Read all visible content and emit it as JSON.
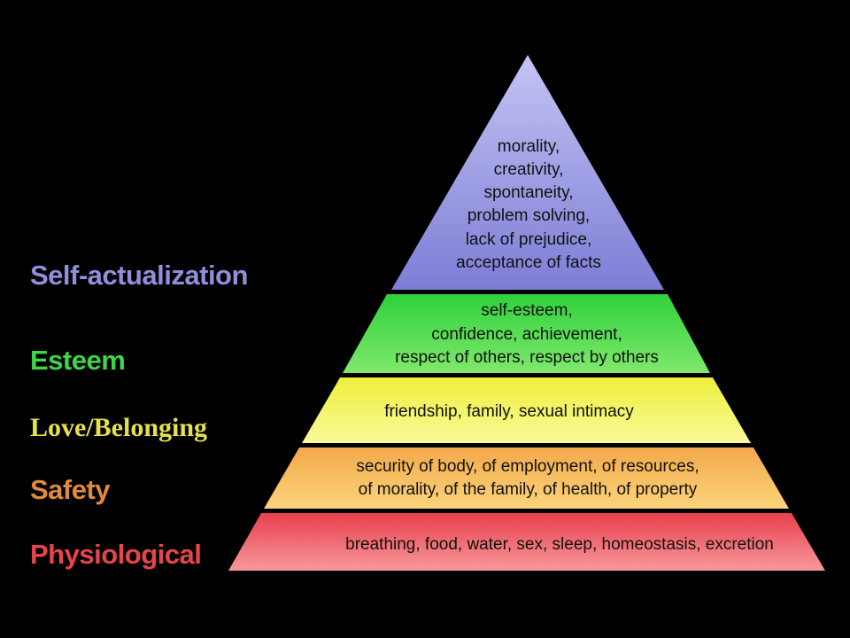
{
  "levels": [
    {
      "id": "self-actualization",
      "label": "Self-actualization",
      "color": "#8f8fdc",
      "lines": [
        "morality,",
        "creativity,",
        "spontaneity,",
        "problem solving,",
        "lack of prejudice,",
        "acceptance of facts"
      ]
    },
    {
      "id": "esteem",
      "label": "Esteem",
      "color": "#3dd64a",
      "lines": [
        "self-esteem,",
        "confidence, achievement,",
        "respect of others, respect by others"
      ]
    },
    {
      "id": "love-belonging",
      "label": "Love/Belonging",
      "color": "#e6e04a",
      "lines": [
        "friendship, family, sexual intimacy"
      ]
    },
    {
      "id": "safety",
      "label": "Safety",
      "color": "#e08a3c",
      "lines": [
        "security of body, of employment, of resources,",
        "of morality, of the family, of health, of property"
      ]
    },
    {
      "id": "physiological",
      "label": "Physiological",
      "color": "#e8444c",
      "lines": [
        "breathing, food, water, sex, sleep, homeostasis, excretion"
      ]
    }
  ]
}
